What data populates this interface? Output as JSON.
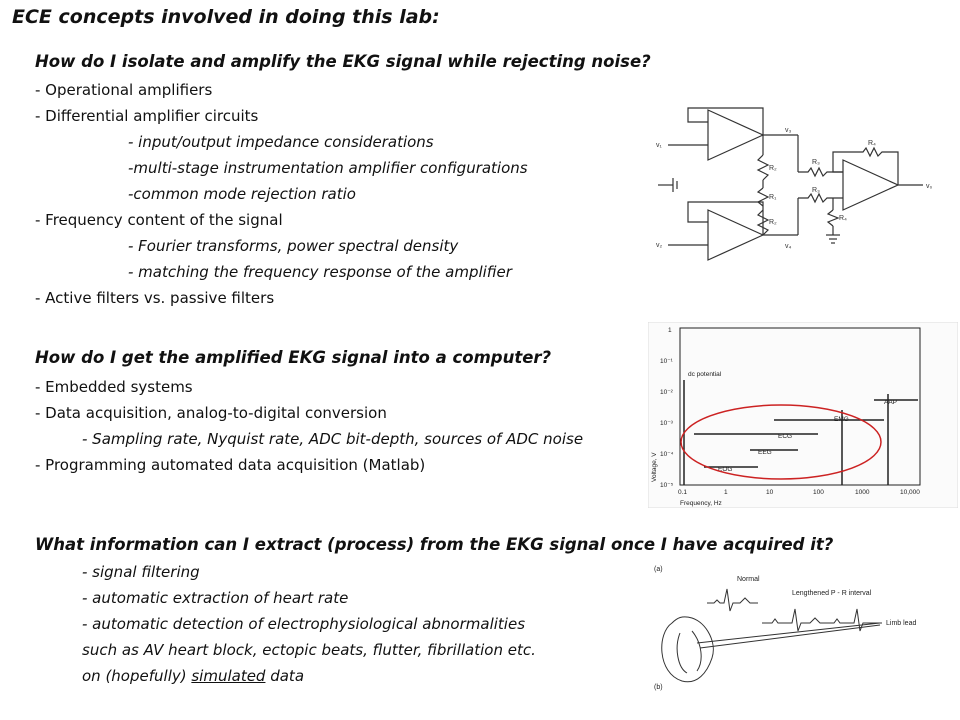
{
  "title": "ECE concepts involved in doing this lab:",
  "section1": {
    "heading": "How do I isolate and amplify the EKG signal while rejecting noise?",
    "items": [
      "- Operational amplifiers",
      "- Differential amplifier circuits",
      "- input/output impedance considerations",
      "-multi-stage instrumentation amplifier configurations",
      "-common mode rejection ratio",
      "- Frequency content of the signal",
      "- Fourier transforms, power spectral density",
      "- matching the frequency response of the amplifier",
      "- Active filters vs. passive filters"
    ]
  },
  "section2": {
    "heading": "How do I get the amplified EKG signal into a computer?",
    "items": [
      "- Embedded systems",
      "- Data acquisition, analog-to-digital conversion",
      "- Sampling rate, Nyquist rate, ADC bit-depth, sources of ADC noise",
      "- Programming automated data acquisition (Matlab)"
    ]
  },
  "section3": {
    "heading": "What information can I extract (process) from the EKG signal once I have acquired it?",
    "items": [
      "- signal filtering",
      "- automatic extraction of heart rate",
      "- automatic detection of electrophysiological abnormalities",
      "such as AV heart block, ectopic beats, flutter, fibrillation etc."
    ],
    "last_prefix": "on (hopefully) ",
    "last_underlined": "simulated",
    "last_suffix": " data"
  },
  "circuit": {
    "labels": [
      "v₁",
      "v₂",
      "R₂",
      "R₁",
      "R₂",
      "R₃",
      "R₄",
      "R₃",
      "R₄",
      "v₃",
      "v₄",
      "v₀"
    ]
  },
  "freq_chart": {
    "y_ticks": [
      "1",
      "10⁻¹",
      "10⁻²",
      "10⁻³",
      "10⁻⁴",
      "10⁻⁵"
    ],
    "x_ticks": [
      "0.1",
      "1",
      "10",
      "100",
      "1000",
      "10,000"
    ],
    "xlabel": "Frequency, Hz",
    "ylabel": "Voltage, V",
    "annotations": [
      "dc potential",
      "AAP",
      "EMG",
      "ECG",
      "EEG",
      "EOG"
    ]
  },
  "ekg_fig": {
    "labels": [
      "(a)",
      "Normal",
      "Lengthened P - R interval",
      "Limb lead",
      "(b)"
    ]
  },
  "colors": {
    "highlight_ellipse": "#cc2222",
    "text": "#111111"
  }
}
